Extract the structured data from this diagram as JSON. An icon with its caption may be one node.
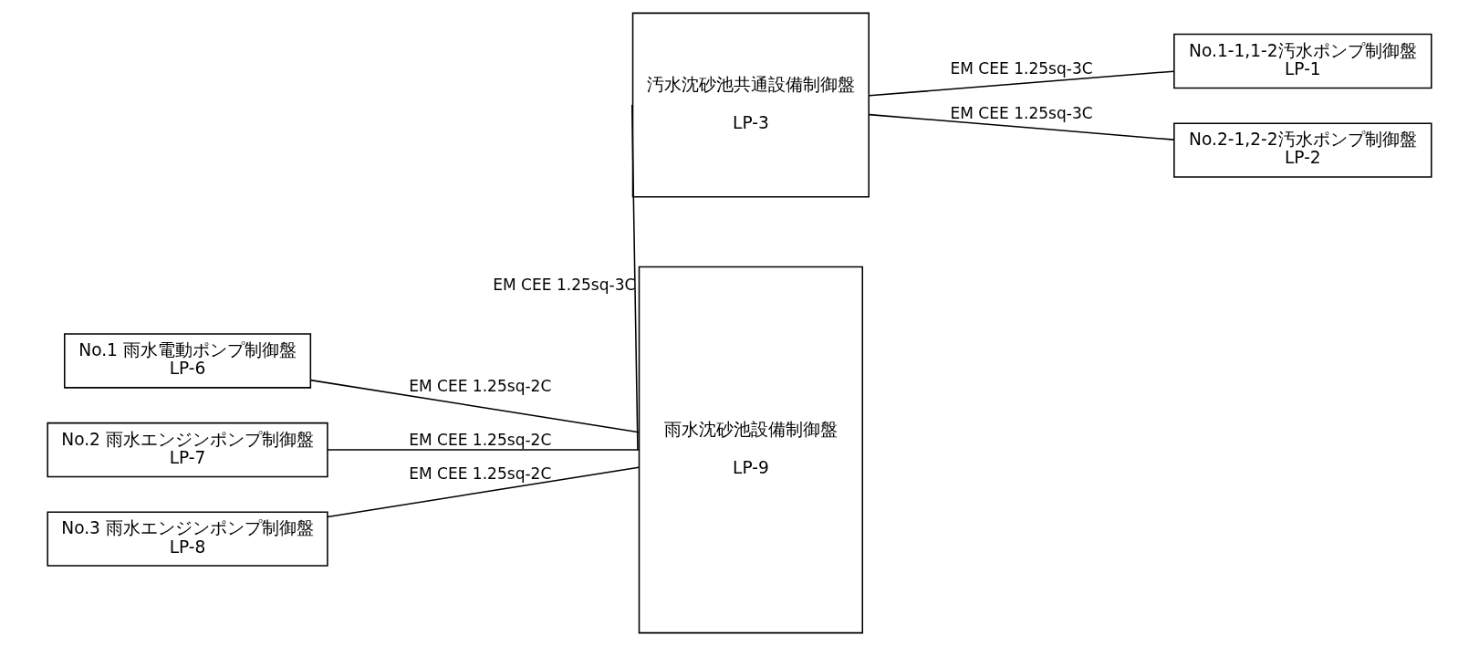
{
  "diagram": {
    "nodes": [
      {
        "text": [
          "汚水沈砂池共通設備制御盤",
          "LP-3"
        ]
      },
      {
        "text": [
          "No.1-1,1-2汚水ポンプ制御盤",
          "LP-1"
        ]
      },
      {
        "text": [
          "No.2-1,2-2汚水ポンプ制御盤",
          "LP-2"
        ]
      },
      {
        "text": [
          "雨水沈砂池設備制御盤",
          "LP-9"
        ]
      },
      {
        "text": [
          "No.1 雨水電動ポンプ制御盤",
          "LP-6"
        ]
      },
      {
        "text": [
          "No.2 雨水エンジンポンプ制御盤",
          "LP-7"
        ]
      },
      {
        "text": [
          "No.3 雨水エンジンポンプ制御盤",
          "LP-8"
        ]
      }
    ],
    "edges": [
      {
        "from": 0,
        "to": 1,
        "arrow": "none",
        "label": "EM CEE 1.25sq-3C"
      },
      {
        "from": 0,
        "to": 2,
        "arrow": "none",
        "label": "EM CEE 1.25sq-3C"
      },
      {
        "from": 0,
        "to": 3,
        "arrow": "none",
        "label": "EM CEE 1.25sq-3C"
      },
      {
        "from": 4,
        "to": 3,
        "arrow": "none",
        "label": "EM CEE 1.25sq-2C"
      },
      {
        "from": 5,
        "to": 3,
        "arrow": "none",
        "label": "EM CEE 1.25sq-2C"
      },
      {
        "from": 6,
        "to": 3,
        "arrow": "none",
        "label": "EM CEE 1.25sq-2C"
      }
    ]
  }
}
